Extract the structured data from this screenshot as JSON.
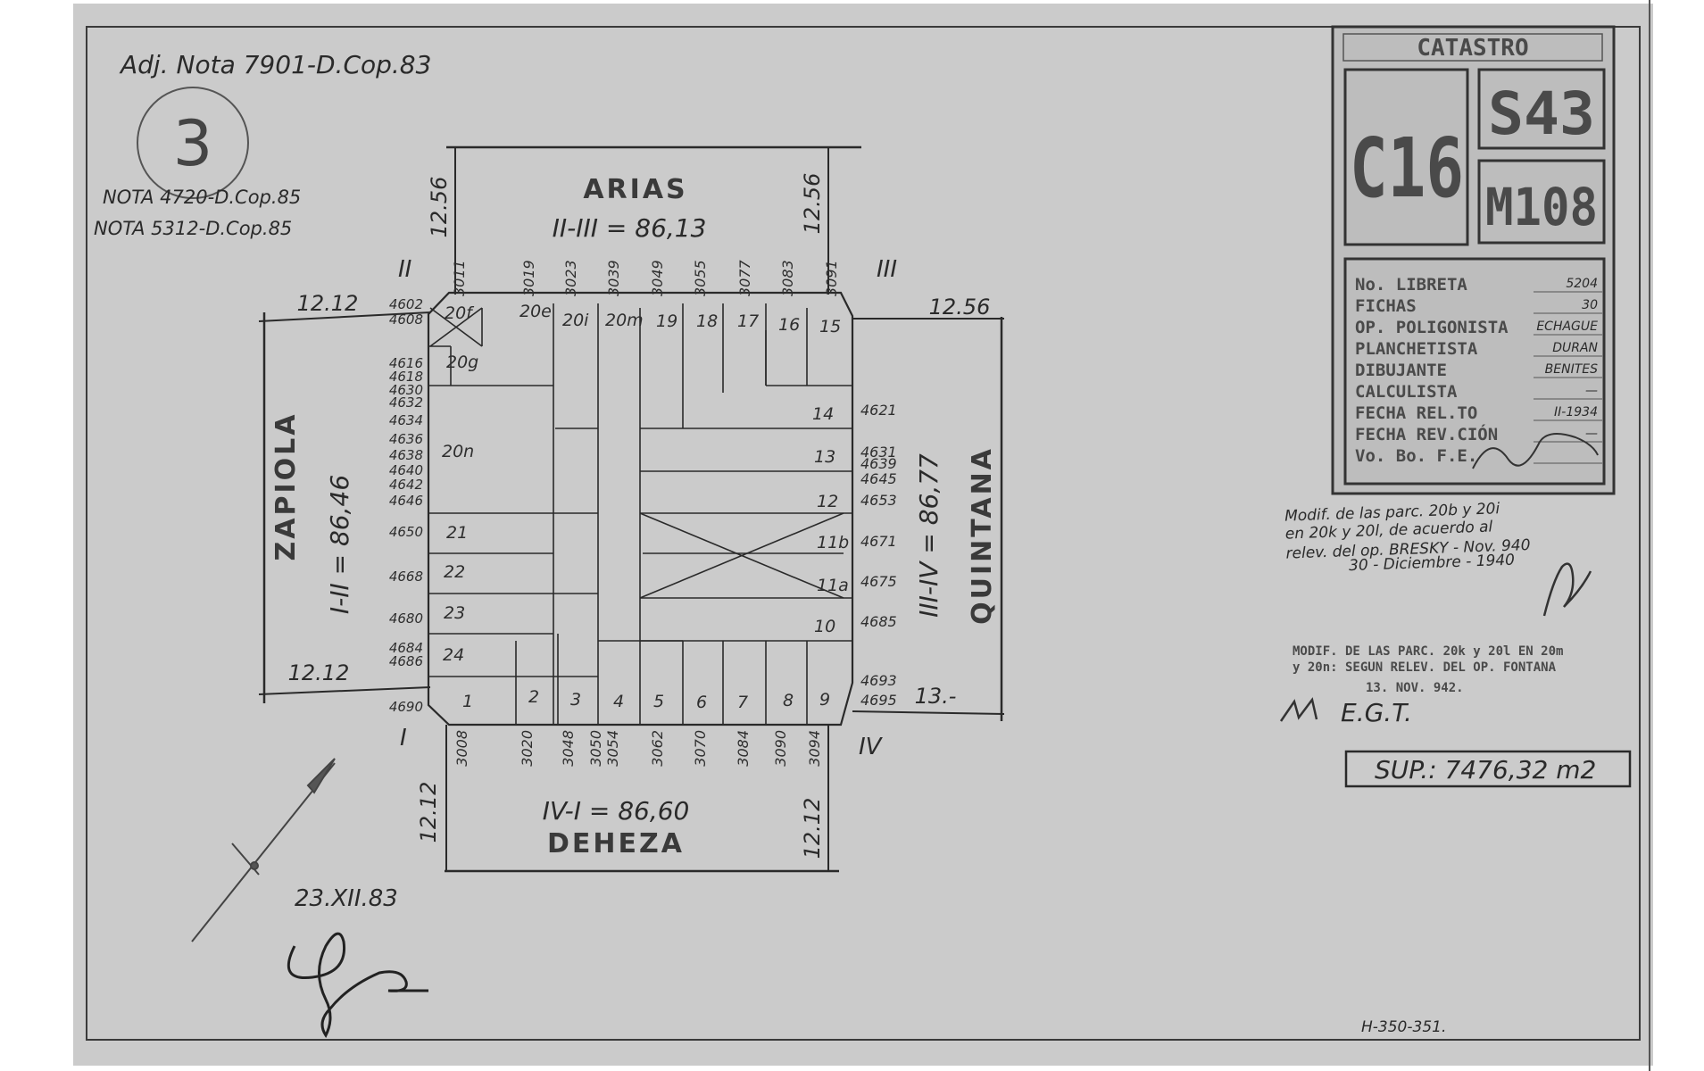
{
  "header": {
    "note_main": "Adj. Nota 7901-D.Cop.83",
    "circle_number": "3",
    "note_1": "NOTA 4720-D.Cop.85",
    "note_2": "NOTA 5312-D.Cop.85"
  },
  "stamp": {
    "catastro": "CATASTRO",
    "c": "C16",
    "s": "S43",
    "m": "M108",
    "rows": [
      {
        "label": "No. LIBRETA",
        "value": "5204"
      },
      {
        "label": "FICHAS",
        "value": "30"
      },
      {
        "label": "OP. POLIGONISTA",
        "value": "ECHAGUE"
      },
      {
        "label": "PLANCHETISTA",
        "value": "DURAN"
      },
      {
        "label": "DIBUJANTE",
        "value": "BENITES"
      },
      {
        "label": "CALCULISTA",
        "value": "—"
      },
      {
        "label": "FECHA REL.TO",
        "value": "II-1934"
      },
      {
        "label": "FECHA REV.CIÓN",
        "value": "—"
      },
      {
        "label": "Vo. Bo. F.E.",
        "value": ""
      }
    ]
  },
  "streets": {
    "top": "ARIAS",
    "bottom": "DEHEZA",
    "left": "ZAPIOLA",
    "right": "QUINTANA"
  },
  "sides": {
    "top": "II-III = 86,13",
    "bottom": "IV-I = 86,60",
    "left": "I-II = 86,46",
    "right": "III-IV = 86,77"
  },
  "corners": {
    "I": "I",
    "II": "II",
    "III": "III",
    "IV": "IV"
  },
  "widths": {
    "top_left": "12.56",
    "top_right": "12.56",
    "left_top": "12.12",
    "left_bottom": "12.12",
    "right_top": "12.56",
    "right_bottom": "13.-",
    "bottom_left": "12.12",
    "bottom_right": "12.12"
  },
  "door_numbers": {
    "top": [
      "3011",
      "3019",
      "3023",
      "3039",
      "3049",
      "3055",
      "3077",
      "3083",
      "3091"
    ],
    "bottom": [
      "3008",
      "3020",
      "3048",
      "3050",
      "3054",
      "3062",
      "3070",
      "3084",
      "3090",
      "3094"
    ],
    "left": [
      "4602",
      "4608",
      "4616",
      "4618",
      "4630",
      "4632",
      "4634",
      "4636",
      "4638",
      "4640",
      "4642",
      "4646",
      "4650",
      "4668",
      "4680",
      "4684",
      "4686",
      "4690"
    ],
    "right": [
      "4621",
      "4631",
      "4639",
      "4645",
      "4653",
      "4671",
      "4675",
      "4685",
      "4693",
      "4695"
    ]
  },
  "parcels": [
    "20f",
    "20e",
    "20i",
    "20m",
    "19",
    "18",
    "17",
    "16",
    "15",
    "20g",
    "20n",
    "14",
    "13",
    "12",
    "11b",
    "11a",
    "10",
    "21",
    "22",
    "23",
    "24",
    "1",
    "2",
    "3",
    "4",
    "5",
    "6",
    "7",
    "8",
    "9"
  ],
  "annotations": {
    "modif_1": [
      "Modif. de las parc. 20b y 20i",
      "en 20k y 20l, de acuerdo al",
      "relev. del op. BRESKY - Nov. 940",
      "30 - Diciembre - 1940"
    ],
    "modif_2": [
      "MODIF. DE LAS PARC. 20k y 20l EN 20m",
      "y 20n: SEGUN RELEV. DEL OP. FONTANA",
      "13. NOV. 942."
    ],
    "initials": "E.G.T.",
    "area": "SUP.: 7476,32 m2",
    "date": "23.XII.83",
    "plan_code": "H-350-351."
  },
  "colors": {
    "paper": "#cfcfcf",
    "ink": "#2a2a2a",
    "stamp": "#4a4a4a"
  }
}
